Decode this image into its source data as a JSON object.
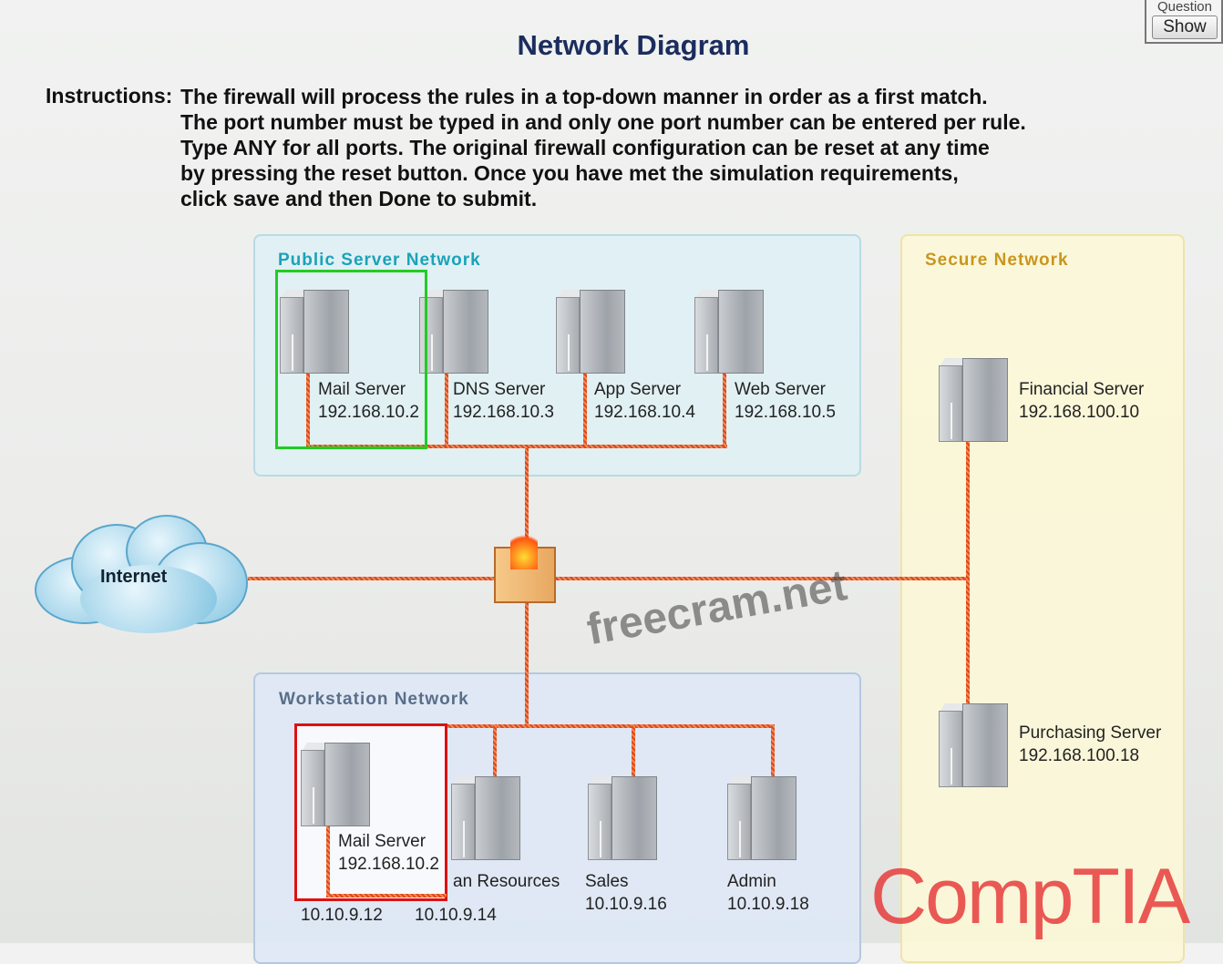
{
  "header": {
    "title": "Network Diagram",
    "question_label": "Question",
    "show_button": "Show"
  },
  "instructions": {
    "label": "Instructions:",
    "lines": [
      "The firewall will process the rules in a top-down manner in order as a first match.",
      "The port number must be typed in and only one port number can be entered per rule.",
      "Type ANY for all ports. The original firewall configuration can be reset at any time",
      "by pressing the reset button. Once you have met the simulation requirements,",
      "click save and then Done to submit."
    ]
  },
  "zones": {
    "public": "Public Server Network",
    "secure": "Secure Network",
    "workstation": "Workstation Network"
  },
  "internet": "Internet",
  "public_servers": [
    {
      "name": "Mail Server",
      "ip": "192.168.10.2"
    },
    {
      "name": "DNS Server",
      "ip": "192.168.10.3"
    },
    {
      "name": "App Server",
      "ip": "192.168.10.4"
    },
    {
      "name": "Web Server",
      "ip": "192.168.10.5"
    }
  ],
  "secure_servers": [
    {
      "name": "Financial Server",
      "ip": "192.168.100.10"
    },
    {
      "name": "Purchasing Server",
      "ip": "192.168.100.18"
    }
  ],
  "workstations": [
    {
      "name": "Mail Server",
      "ip": "192.168.10.2"
    },
    {
      "name": "",
      "ip": "10.10.9.12"
    },
    {
      "name": "an Resources",
      "ip": "10.10.9.14"
    },
    {
      "name": "Sales",
      "ip": "10.10.9.16"
    },
    {
      "name": "Admin",
      "ip": "10.10.9.18"
    }
  ],
  "highlights": {
    "green": "#22cc22",
    "red": "#dd1111"
  },
  "watermark": "freecram.net",
  "logo": "CompTIA"
}
